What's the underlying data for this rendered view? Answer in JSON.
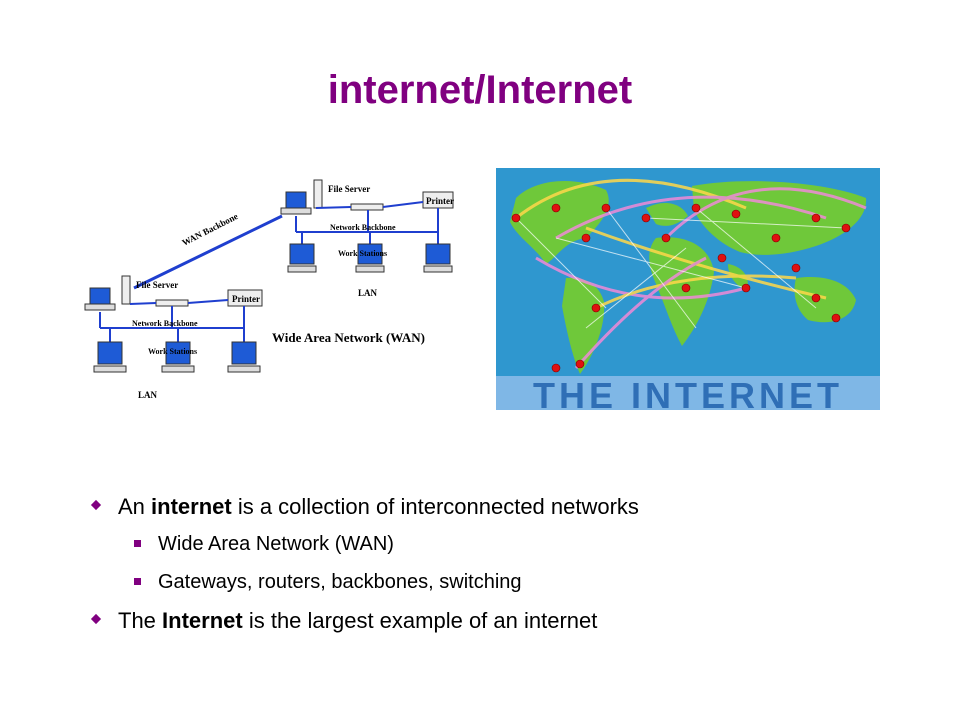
{
  "slide": {
    "title": "internet/Internet",
    "wan_diagram": {
      "wan_backbone": "WAN Backbone",
      "file_server_top": "File Server",
      "printer_top": "Printer",
      "network_backbone_top": "Network Backbone",
      "work_stations_top": "Work Stations",
      "lan_top": "LAN",
      "file_server_bottom": "File Server",
      "printer_bottom": "Printer",
      "network_backbone_bottom": "Network Backbone",
      "work_stations_bottom": "Work Stations",
      "lan_bottom": "LAN",
      "wan_label": "Wide Area Network (WAN)"
    },
    "internet_map": {
      "banner": "THE INTERNET"
    },
    "bullets": [
      {
        "before": "An ",
        "bold": "internet",
        "after": " is a collection of interconnected networks",
        "subs": [
          "Wide Area Network (WAN)",
          "Gateways, routers, backbones, switching"
        ]
      },
      {
        "before": "The ",
        "bold": "Internet",
        "after": " is the largest example of an internet",
        "subs": []
      }
    ],
    "colors": {
      "title": "#800080",
      "bullet": "#800080",
      "network_line": "#1f3fcf",
      "ocean": "#2f97cf",
      "land": "#6fc83a",
      "node": "#e01010"
    }
  }
}
